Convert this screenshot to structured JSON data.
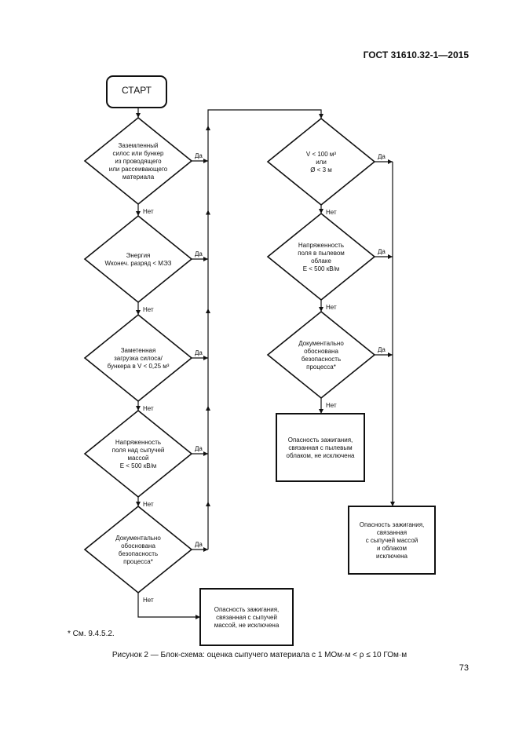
{
  "header": {
    "standard": "ГОСТ 31610.32-1—2015"
  },
  "flowchart": {
    "start": "СТАРТ",
    "yes": "Да",
    "no": "Нет",
    "left_decisions": [
      {
        "lines": [
          "Заземленный",
          "силос или бункер",
          "из проводящего",
          "или рассеивающего",
          "материала"
        ]
      },
      {
        "lines": [
          "Энергия",
          "Wконеч. разряд < МЭЗ"
        ]
      },
      {
        "lines": [
          "Заметенная",
          "загрузка силоса/",
          "бункера в V < 0,25 м³"
        ]
      },
      {
        "lines": [
          "Напряженность",
          "поля над сыпучей",
          "массой",
          "E < 500 кВ/м"
        ]
      },
      {
        "lines": [
          "Документально",
          "обоснована",
          "безопасность",
          "процесса*"
        ]
      }
    ],
    "right_decisions": [
      {
        "lines": [
          "V < 100 м³",
          "или",
          "Ø < 3 м"
        ]
      },
      {
        "lines": [
          "Напряженность",
          "поля в пылевом",
          "облаке",
          "E < 500 кВ/м"
        ]
      },
      {
        "lines": [
          "Документально",
          "обоснована",
          "безопасность",
          "процесса*"
        ]
      }
    ],
    "outcomes": [
      {
        "lines": [
          "Опасность зажигания,",
          "связанная с сыпучей",
          "массой, не исключена"
        ]
      },
      {
        "lines": [
          "Опасность зажигания,",
          "связанная с пылевым",
          "облаком, не исключена"
        ]
      },
      {
        "lines": [
          "Опасность зажигания,",
          "связанная",
          "с сыпучей массой",
          "и облаком",
          "исключена"
        ]
      }
    ]
  },
  "footnote": "* См. 9.4.5.2.",
  "caption": "Рисунок 2 — Блок-схема: оценка сыпучего материала с 1 МОм·м < ρ ≤ 10 ГОм·м",
  "page_number": "73"
}
